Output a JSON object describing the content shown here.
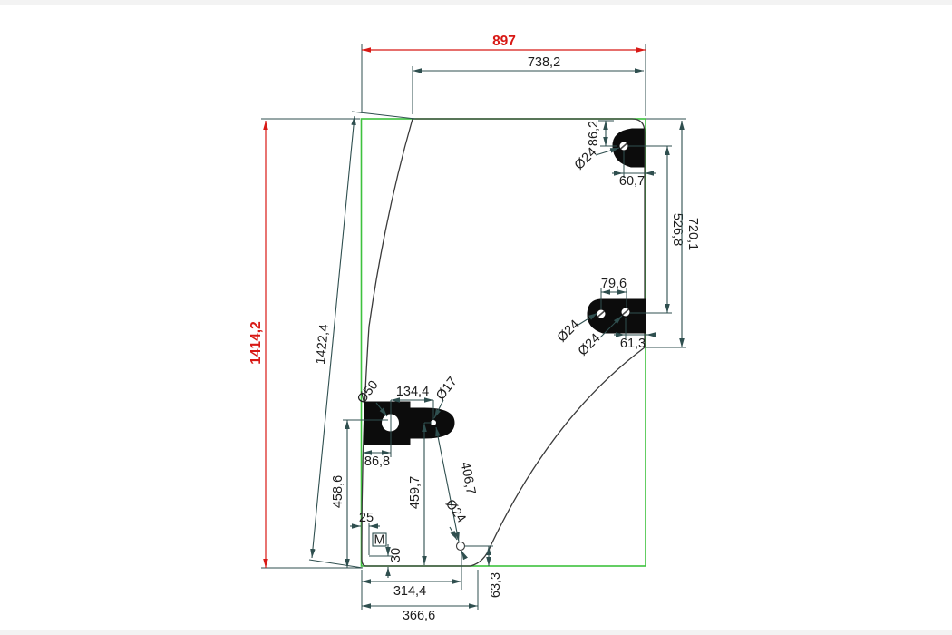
{
  "drawing": {
    "colors": {
      "outline_green": "#3ec23e",
      "dimension_line": "#2f4f4f",
      "accent_red": "#d81915",
      "part_fill": "#0c0c0c"
    },
    "dims": {
      "overall_width": "897",
      "overall_height": "1414,2",
      "front_edge_length": "1422,4",
      "top_edge_width": "738,2",
      "top_bracket_offset_y": "86,2",
      "top_bracket_hole_dia": "Ø24",
      "top_bracket_offset_x": "60,7",
      "bracket_vertical_spacing": "526,8",
      "right_edge_height": "720,1",
      "mid_bracket_hole_spacing": "79,6",
      "mid_bracket_hole1_dia": "Ø24",
      "mid_bracket_hole2_dia": "Ø24",
      "mid_bracket_offset_x": "61,3",
      "hinge_hole_dia": "Ø50",
      "hinge_hole_spacing": "134,4",
      "hinge_small_hole_dia": "Ø17",
      "hinge_offset_x": "86,8",
      "hinge_height_left": "458,6",
      "hinge_height_mid": "459,7",
      "diagonal_hole_distance": "406,7",
      "bottom_hole_dia": "Ø24",
      "m_point_offset_x": "25",
      "m_point_label": "M",
      "m_point_offset_y": "30",
      "bottom_hole_x": "314,4",
      "bottom_corner_x": "366,6",
      "bottom_hole_y": "63,3"
    }
  }
}
